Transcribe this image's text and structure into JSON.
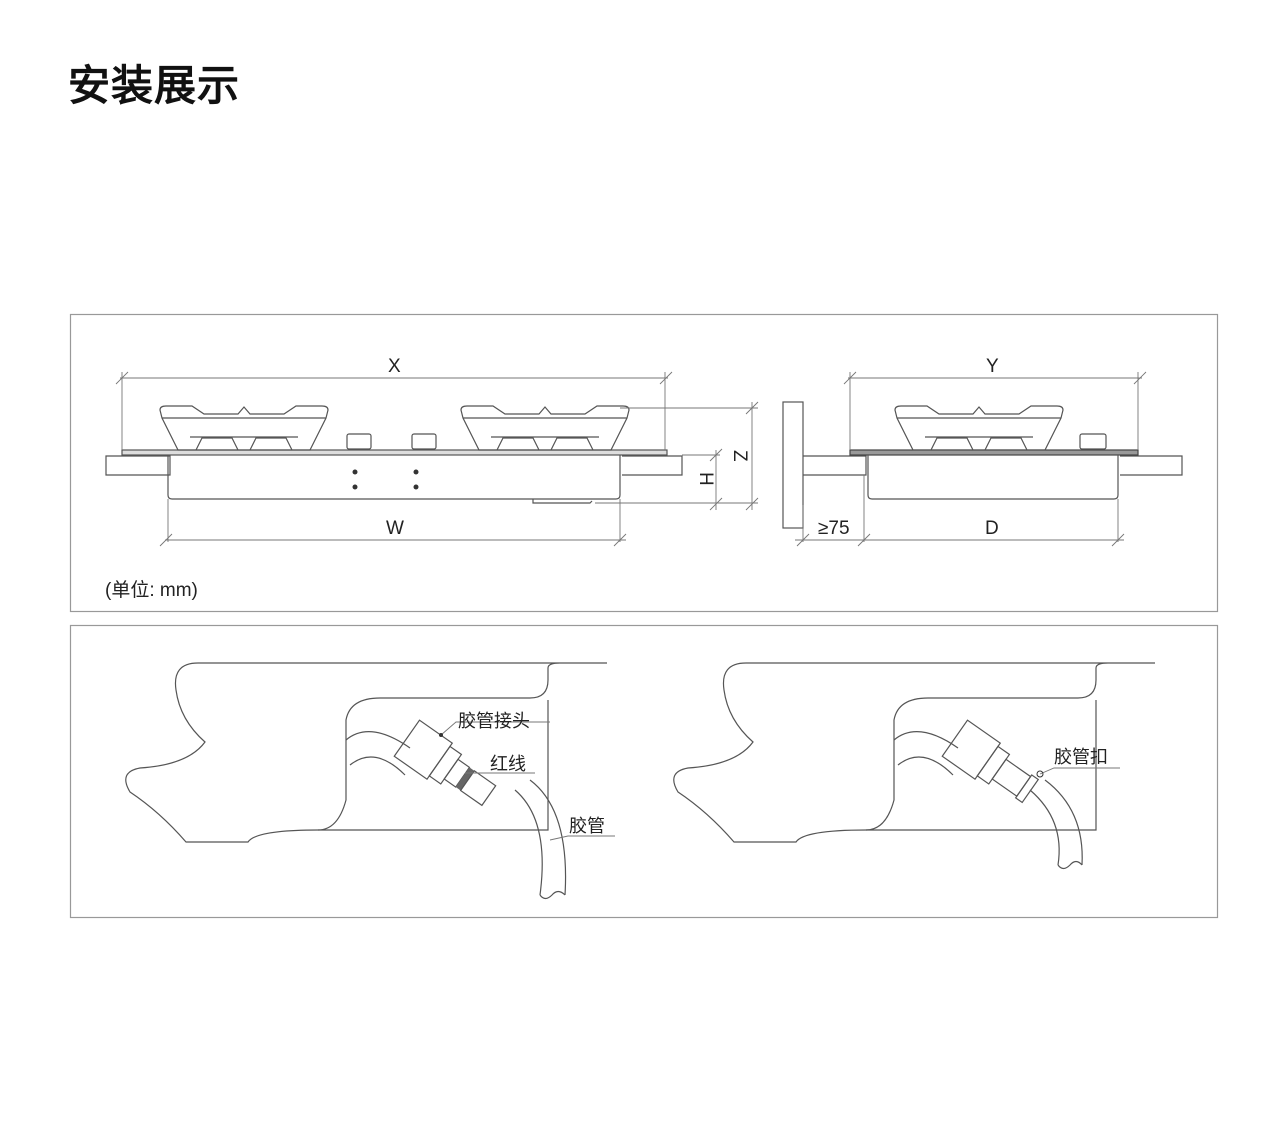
{
  "title": "安装展示",
  "dimension_panel": {
    "labels": {
      "x": "X",
      "w": "W",
      "h": "H",
      "z": "Z",
      "y": "Y",
      "gap": "≥75",
      "d": "D"
    },
    "unit_note": "(单位: mm)"
  },
  "hose_panel": {
    "left_labels": {
      "connector": "胶管接头",
      "red_line": "红线",
      "hose": "胶管"
    },
    "right_labels": {
      "clamp": "胶管扣"
    }
  }
}
